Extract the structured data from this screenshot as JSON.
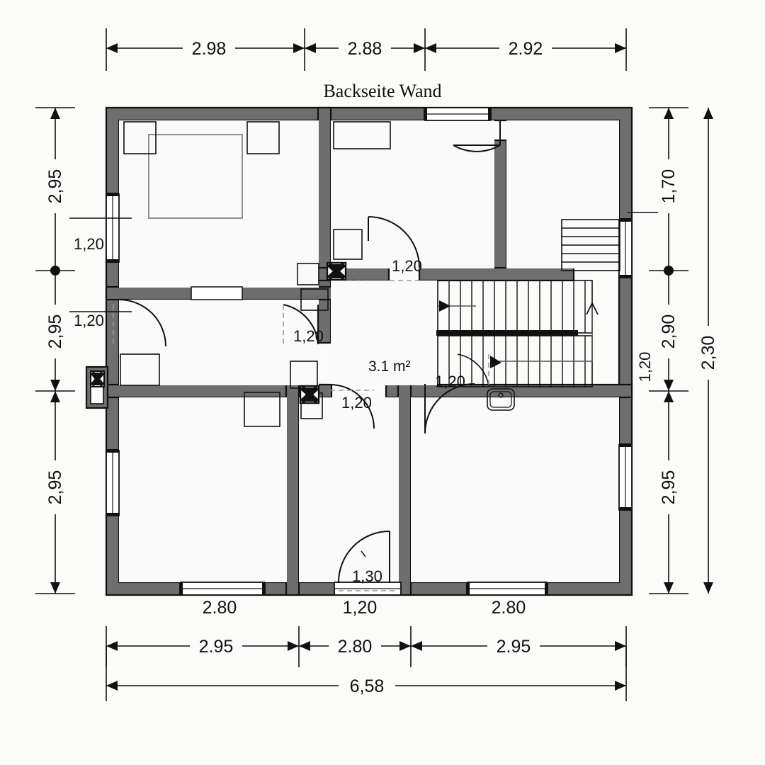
{
  "plan": {
    "title_label": "Backseite Wand",
    "area_label": "3.1 m²",
    "units": "m"
  },
  "dimensions": {
    "top_chain": [
      {
        "id": "top-1",
        "value": "2.98"
      },
      {
        "id": "top-2",
        "value": "2.88"
      },
      {
        "id": "top-3",
        "value": "2.92"
      }
    ],
    "left_chain": [
      {
        "id": "left-1",
        "value": "2,95"
      },
      {
        "id": "left-2",
        "value": "2,95"
      },
      {
        "id": "left-3",
        "value": "2,95"
      }
    ],
    "left_inner": [
      {
        "id": "left-inner-1",
        "value": "1,20"
      },
      {
        "id": "left-inner-2",
        "value": "1,20"
      }
    ],
    "right_chain": [
      {
        "id": "right-1",
        "value": "1,70"
      },
      {
        "id": "right-2",
        "value": "2,90"
      },
      {
        "id": "right-3",
        "value": "2,95"
      }
    ],
    "right_inner": [
      {
        "id": "right-inner-1",
        "value": "1,20"
      }
    ],
    "right_overall": {
      "id": "right-overall",
      "value": "2,30"
    },
    "bottom_windows": [
      {
        "id": "bw-1",
        "value": "2.80"
      },
      {
        "id": "bw-2",
        "value": "1,20"
      },
      {
        "id": "bw-3",
        "value": "2.80"
      }
    ],
    "bottom_chain": [
      {
        "id": "bot-1",
        "value": "2.95"
      },
      {
        "id": "bot-2",
        "value": "2.80"
      },
      {
        "id": "bot-3",
        "value": "2.95"
      }
    ],
    "bottom_overall": {
      "id": "bottom-overall",
      "value": "6,58"
    }
  },
  "door_labels": [
    {
      "id": "door-top-mid",
      "value": "1,20"
    },
    {
      "id": "door-hall-left-upper",
      "value": "1,20"
    },
    {
      "id": "door-hall-left-lower",
      "value": "1,20"
    },
    {
      "id": "door-hall-right",
      "value": "1,20"
    },
    {
      "id": "door-bottom-mid",
      "value": "1,30"
    }
  ],
  "colors": {
    "wall_fill": "#6e6e6e",
    "wall_stroke": "#111111",
    "room_fill": "#fafafa",
    "background": "#fbfbfa",
    "line": "#111111"
  }
}
